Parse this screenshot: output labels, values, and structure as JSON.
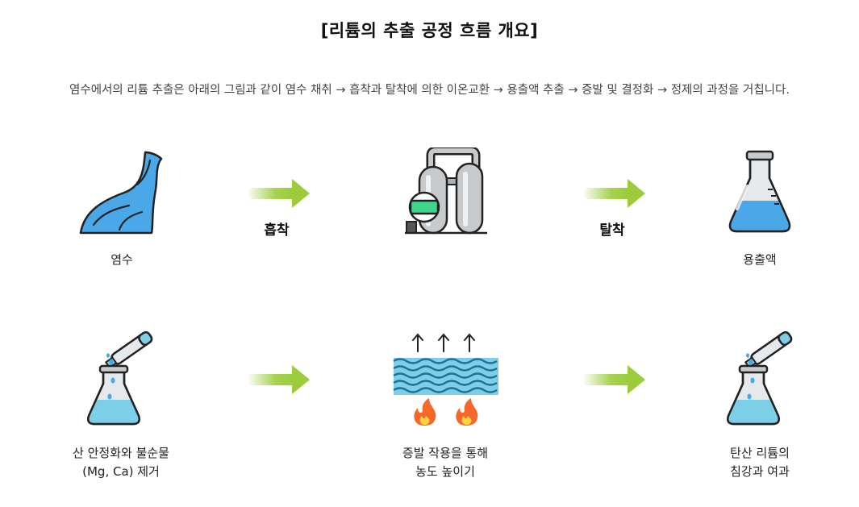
{
  "title": "[리튬의 추출 공정 흐름 개요]",
  "description": "염수에서의 리튬 추출은 아래의 그림과 같이 염수 채취 → 흡착과 탈착에 의한 이온교환 → 용출액 추출 → 증발 및 결정화 → 정제의 과정을 거칩니다.",
  "row1": {
    "step1_label": "염수",
    "arrow1_label": "흡착",
    "step2_label": "",
    "arrow2_label": "탈착",
    "step3_label": "용출액"
  },
  "row2": {
    "step1_label": "산 안정화와 불순물\n(Mg, Ca) 제거",
    "step2_label": "증발 작용을 통해\n농도 높이기",
    "step3_label": "탄산 리튬의\n침강과 여과"
  },
  "icons": {
    "row1": [
      "brine-river-icon",
      "arrow-right-icon",
      "adsorption-tank-icon",
      "arrow-right-icon",
      "erlenmeyer-flask-icon"
    ],
    "row2": [
      "pipette-flask-icon",
      "arrow-right-icon",
      "evaporation-heat-icon",
      "arrow-right-icon",
      "pipette-flask-icon"
    ]
  },
  "colors": {
    "arrow_green": "#9ccc3c",
    "water_blue": "#4aa8e8",
    "light_blue": "#7dcfe8",
    "outline": "#222222",
    "glass": "#e6e9ec",
    "tank_green": "#3fd68c",
    "flame_orange": "#f5682a"
  }
}
